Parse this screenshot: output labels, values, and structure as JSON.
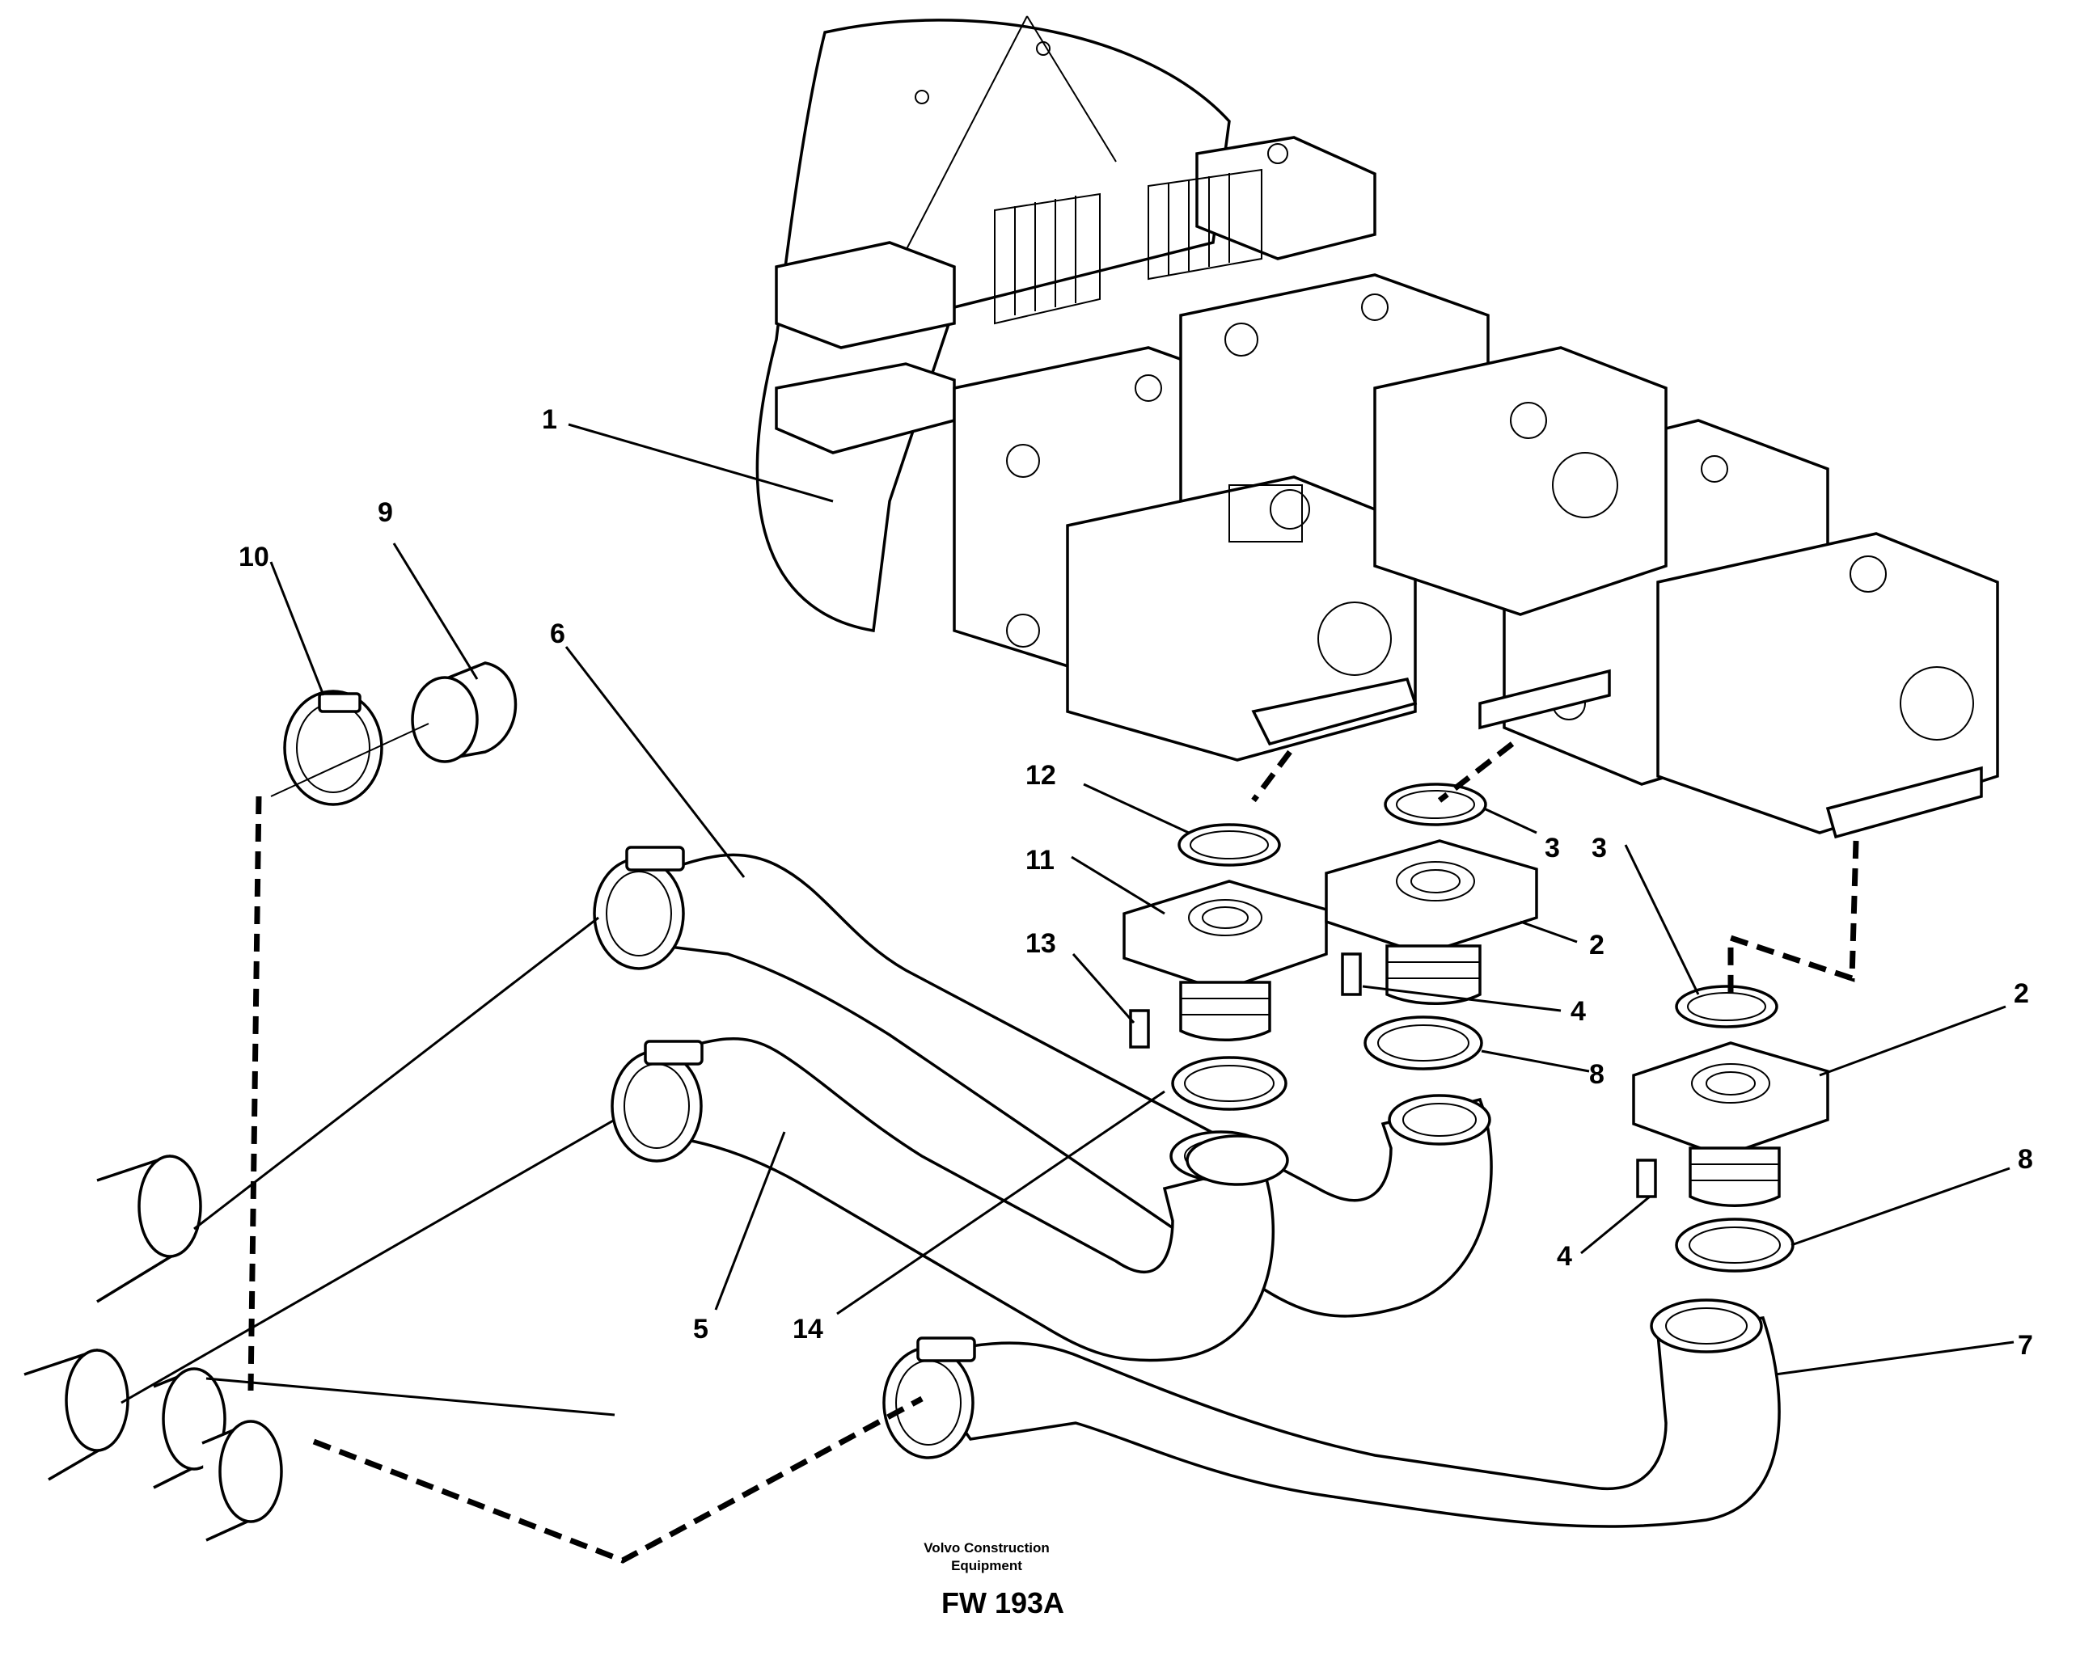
{
  "diagram": {
    "callouts": [
      "1",
      "2",
      "2",
      "3",
      "3",
      "4",
      "4",
      "5",
      "6",
      "7",
      "8",
      "8",
      "9",
      "10",
      "11",
      "12",
      "13",
      "14"
    ]
  },
  "footer": {
    "maker_line1": "Volvo Construction",
    "maker_line2": "Equipment",
    "figure_code": "FW 193A"
  }
}
